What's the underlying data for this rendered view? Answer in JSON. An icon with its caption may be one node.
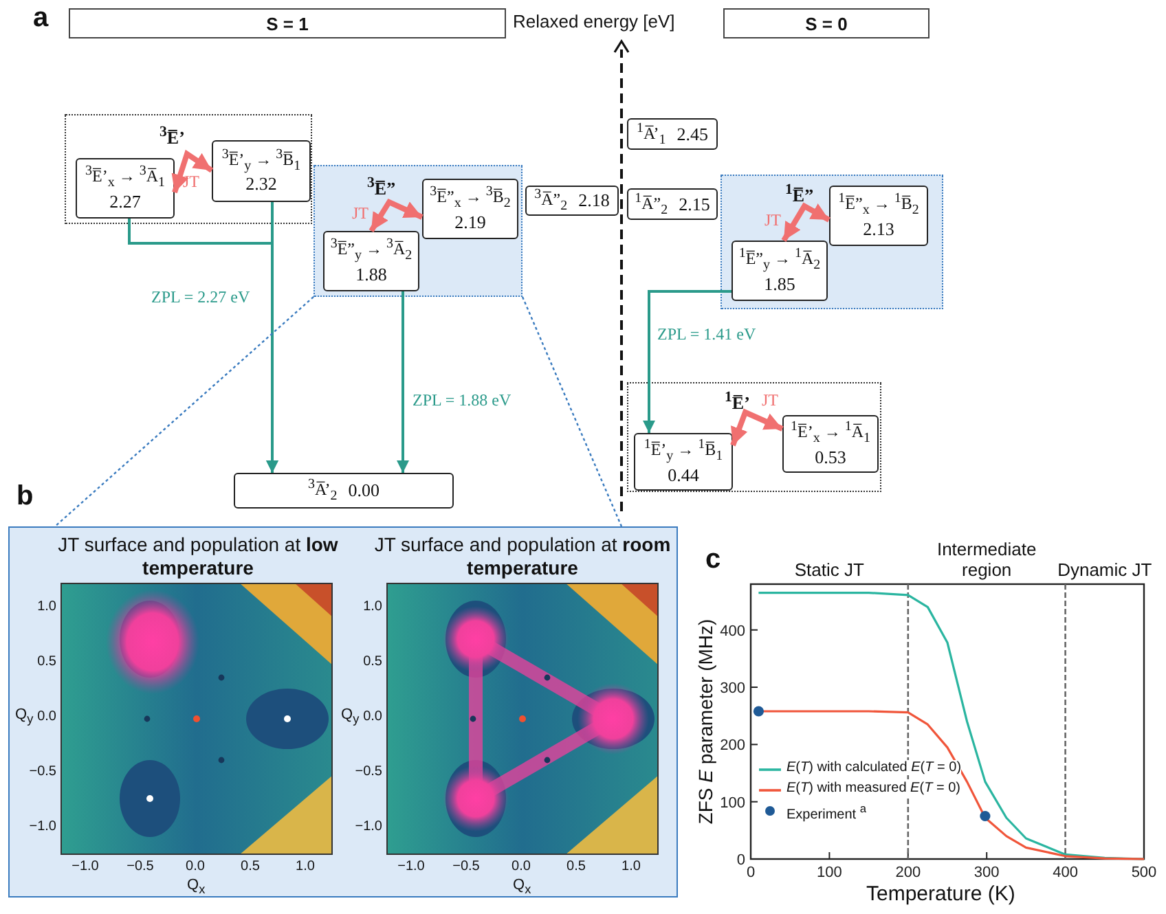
{
  "diagram": {
    "nodes": [
      {
        "text": [
          "S = 1"
        ]
      },
      {
        "text": [
          "S = 0"
        ]
      },
      {
        "text": [
          "$^{3}$E̅’"
        ]
      },
      {
        "text": [
          "$^{3}$E̅’$_{x}$ → $^{3}$A̅$_{1}$",
          "2.27"
        ],
        "in": 2
      },
      {
        "text": [
          "$^{3}$E̅’$_{y}$ → $^{3}$B̅$_{1}$",
          "2.32"
        ],
        "in": 2
      },
      {
        "text": [
          "$^{3}$E̅”"
        ]
      },
      {
        "text": [
          "$^{3}$E̅”$_{x}$ → $^{3}$B̅$_{2}$",
          "2.19"
        ],
        "in": 5
      },
      {
        "text": [
          "$^{3}$E̅”$_{y}$ → $^{3}$A̅$_{2}$",
          "1.88"
        ],
        "in": 5
      },
      {
        "text": [
          "$^{3}$A̅”$_{2}$",
          "2.18"
        ]
      },
      {
        "text": [
          "$^{1}$A̅’$_{1}$",
          "2.45"
        ]
      },
      {
        "text": [
          "$^{1}$A̅”$_{2}$",
          "2.15"
        ]
      },
      {
        "text": [
          "$^{1}$E̅”"
        ]
      },
      {
        "text": [
          "$^{1}$E̅”$_{x}$ → $^{1}$B̅$_{2}$",
          "2.13"
        ],
        "in": 11
      },
      {
        "text": [
          "$^{1}$E̅”$_{y}$ → $^{1}$A̅$_{2}$",
          "1.85"
        ],
        "in": 11
      },
      {
        "text": [
          "$^{1}$E̅’"
        ]
      },
      {
        "text": [
          "$^{1}$E̅’$_{y}$ → $^{1}$B̅$_{1}$",
          "0.44"
        ],
        "in": 14
      },
      {
        "text": [
          "$^{1}$E̅’$_{x}$ → $^{1}$A̅$_{1}$",
          "0.53"
        ],
        "in": 14
      },
      {
        "text": [
          "$^{3}$A̅’$_{2}$",
          "0.00"
        ]
      },
      {
        "text": [],
        "shape": "box"
      }
    ],
    "edges": [
      {
        "from": 3,
        "to": 4,
        "arrow": "both",
        "label": "JT",
        "style": "thick",
        "color": "#f07070"
      },
      {
        "from": 7,
        "to": 6,
        "arrow": "both",
        "label": "JT",
        "style": "thick",
        "color": "#f07070"
      },
      {
        "from": 3,
        "to": 17,
        "arrow": "to",
        "label": "ZPL = 2.27 eV",
        "color": "#2a9a8a"
      },
      {
        "from": 4,
        "to": 17,
        "arrow": "to",
        "color": "#2a9a8a"
      },
      {
        "from": 7,
        "to": 17,
        "arrow": "to",
        "label": "ZPL = 1.88 eV",
        "color": "#2a9a8a"
      },
      {
        "from": 13,
        "to": 15,
        "arrow": "to",
        "label": "ZPL = 1.41 eV",
        "color": "#2a9a8a"
      },
      {
        "from": 13,
        "to": 12,
        "arrow": "both",
        "label": "JT",
        "style": "thick",
        "color": "#f07070"
      },
      {
        "from": 15,
        "to": 16,
        "arrow": "both",
        "label": "JT",
        "style": "thick",
        "color": "#f07070"
      },
      {
        "from": 5,
        "to": 18,
        "arrow": "none",
        "style": "dashed",
        "color": "#3a7bbf"
      }
    ],
    "labels": [
      "a",
      "Relaxed energy [eV]",
      "b",
      "JT surface and  population at **low temperature**",
      "JT surface and  population at **room temperature**",
      "1.0",
      "0.5",
      "0.0",
      "−0.5",
      "−1.0",
      "Q$_{y}$",
      "−1.0",
      "−0.5",
      "0.0",
      "0.5",
      "1.0",
      "Q$_{x}$",
      "1.0",
      "0.5",
      "0.0",
      "−0.5",
      "−1.0",
      "Q$_{y}$",
      "−1.0",
      "−0.5",
      "0.0",
      "0.5",
      "1.0",
      "Q$_{x}$",
      "c"
    ],
    "chart_data": {
      "type": "line",
      "xlabel": "Temperature (K)",
      "ylabel": "ZFS *E* parameter (MHz)",
      "x": [
        10,
        50,
        100,
        150,
        200,
        225,
        250,
        275,
        298,
        325,
        350,
        400,
        450,
        500
      ],
      "series": [
        {
          "name": "*E*(*T*) with calculated *E*(*T* = 0)",
          "color": "#2ab5a0",
          "values": [
            465,
            465,
            465,
            465,
            461,
            440,
            378,
            240,
            135,
            72,
            36,
            8,
            2,
            0
          ]
        },
        {
          "name": "*E*(*T*) with measured *E*(*T* = 0)",
          "color": "#f0553a",
          "values": [
            258,
            258,
            258,
            258,
            256,
            235,
            195,
            135,
            72,
            40,
            20,
            5,
            1,
            0
          ]
        },
        {
          "name": "Experiment $^{a}$",
          "color": "#1f5a96",
          "type": "scatter",
          "values": [
            258,
            null,
            null,
            null,
            null,
            null,
            null,
            null,
            75,
            null,
            null,
            null,
            null,
            null
          ]
        }
      ],
      "xlim": [
        0,
        500
      ],
      "ylim": [
        0,
        480
      ],
      "xticks": [
        0,
        100,
        200,
        300,
        400,
        500
      ],
      "yticks": [
        0,
        100,
        200,
        300,
        400
      ],
      "legend": "lower left",
      "grid": false,
      "ref_lines": [
        {
          "axis": "x",
          "value": 200
        },
        {
          "axis": "x",
          "value": 400
        }
      ],
      "annotations": [
        "Static JT",
        "Intermediate region",
        "Dynamic JT"
      ]
    }
  }
}
